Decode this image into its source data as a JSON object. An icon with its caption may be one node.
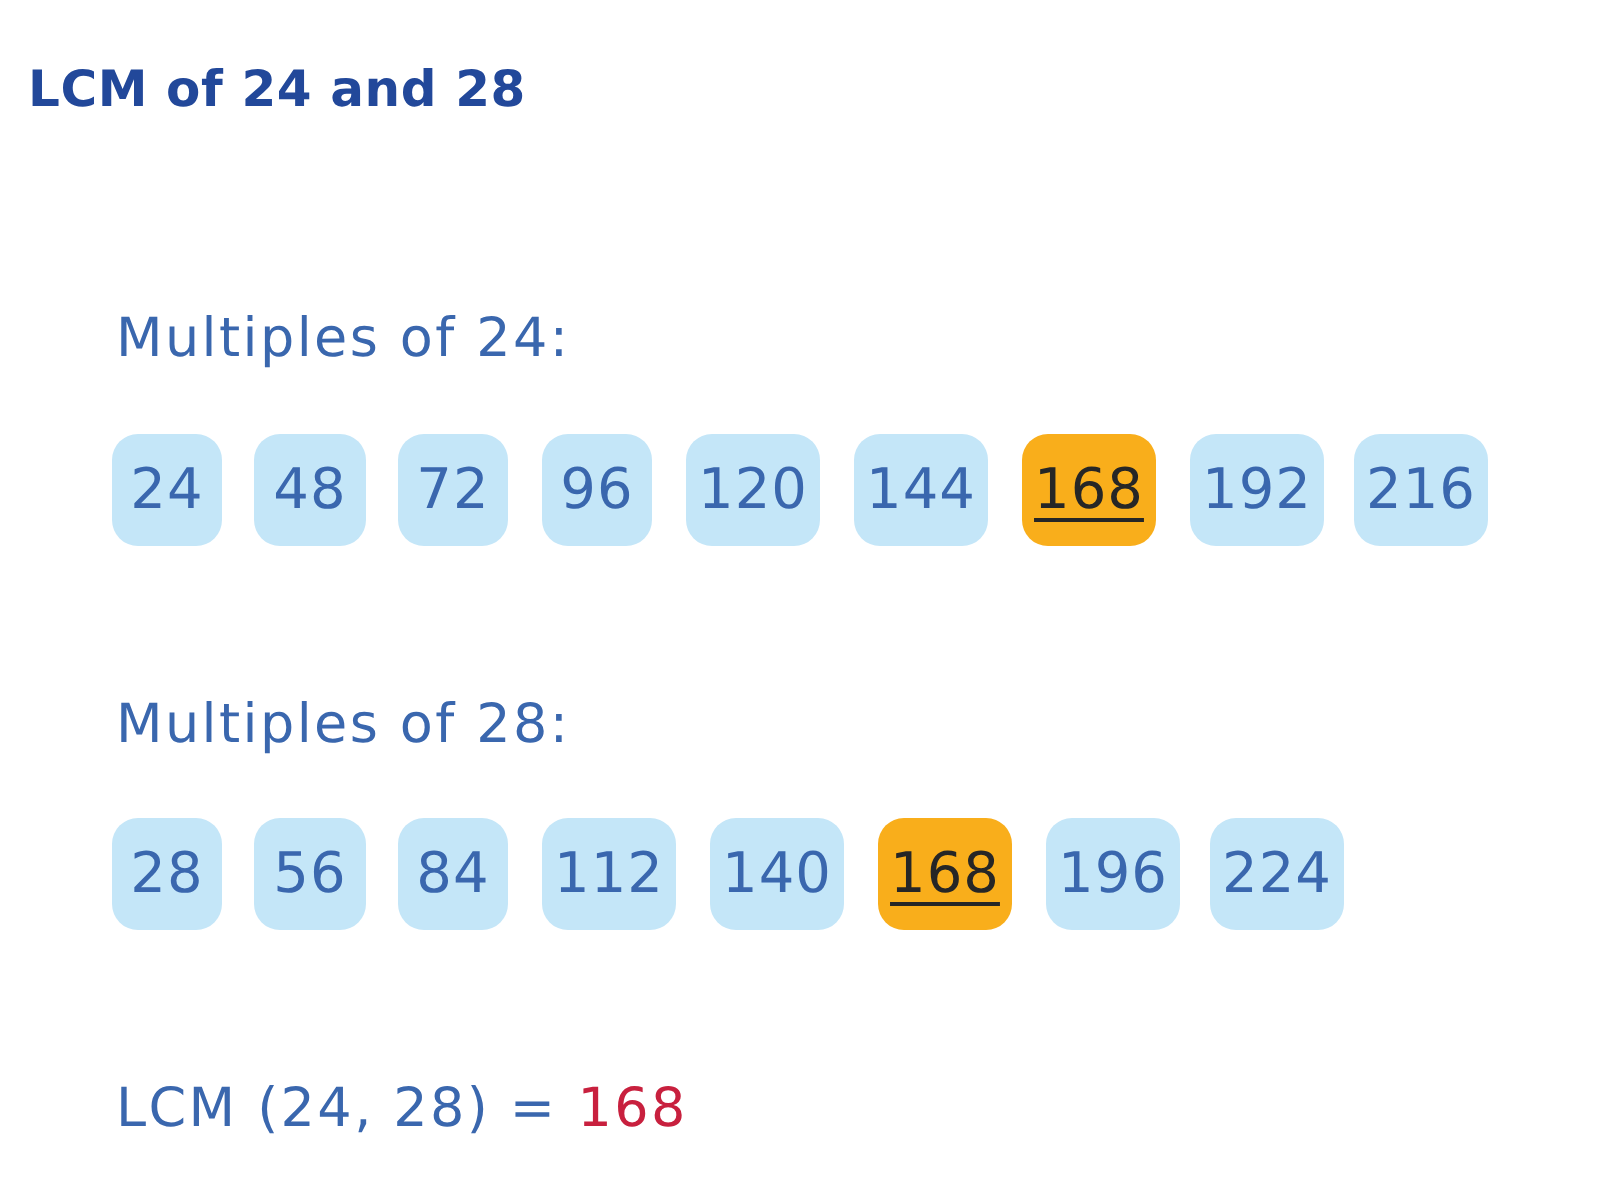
{
  "diagram": {
    "title": "LCM of 24 and 28",
    "nodes": [
      {
        "text": [
          "24"
        ]
      },
      {
        "text": [
          "48"
        ]
      },
      {
        "text": [
          "72"
        ]
      },
      {
        "text": [
          "96"
        ]
      },
      {
        "text": [
          "120"
        ]
      },
      {
        "text": [
          "144"
        ]
      },
      {
        "text": [
          "168"
        ]
      },
      {
        "text": [
          "192"
        ]
      },
      {
        "text": [
          "216"
        ]
      },
      {
        "text": [
          "28"
        ]
      },
      {
        "text": [
          "56"
        ]
      },
      {
        "text": [
          "84"
        ]
      },
      {
        "text": [
          "112"
        ]
      },
      {
        "text": [
          "140"
        ]
      },
      {
        "text": [
          "168"
        ]
      },
      {
        "text": [
          "196"
        ]
      },
      {
        "text": [
          "224"
        ]
      }
    ],
    "labels": [
      "Multiples of 24:",
      "Multiples of 28:",
      "LCM (24, 28) =",
      "168"
    ]
  }
}
